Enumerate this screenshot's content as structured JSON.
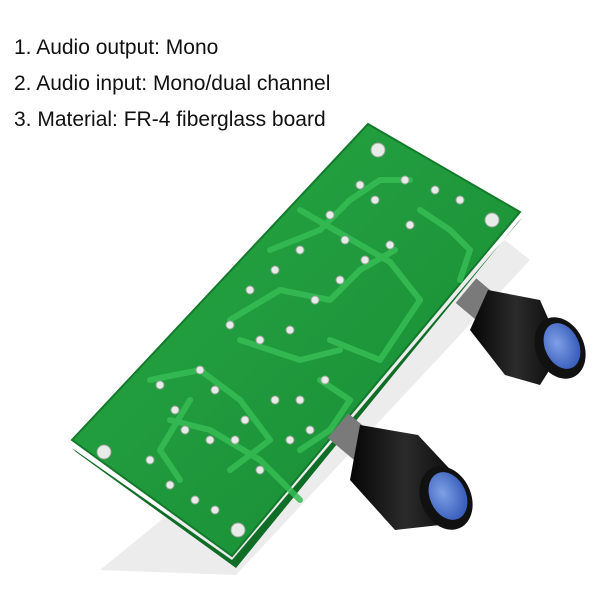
{
  "specs": [
    "1. Audio output: Mono",
    "2. Audio input: Mono/dual channel",
    "3. Material: FR-4 fiberglass board"
  ],
  "colors": {
    "board": "#1f9a3c",
    "board_edge": "#137a2b",
    "trace": "#2fb54d",
    "pad": "#e8ece8",
    "knob": "#1a1a1a",
    "knob_cap": "#3f66c4"
  },
  "icons": [
    "pcb-board",
    "potentiometer-knob"
  ]
}
